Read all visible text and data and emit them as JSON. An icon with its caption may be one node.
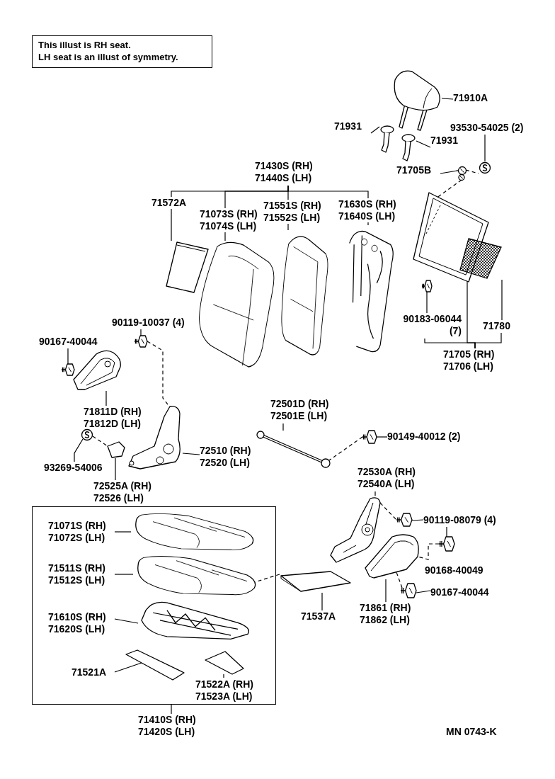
{
  "diagram": {
    "nodes": [
      {
        "text": [
          "This illust is RH seat.",
          "LH seat is an illust of symmetry."
        ]
      },
      {
        "text": [
          "71910A"
        ]
      },
      {
        "text": [],
        "shape": "picture"
      },
      {
        "text": [
          "71931"
        ]
      },
      {
        "text": [],
        "shape": "picture"
      },
      {
        "text": [
          "71931"
        ]
      },
      {
        "text": [],
        "shape": "picture"
      },
      {
        "text": [
          "93530-54025 (2)"
        ]
      },
      {
        "text": [],
        "shape": "picture"
      },
      {
        "text": [
          "71705B"
        ]
      },
      {
        "text": [],
        "shape": "picture"
      },
      {
        "text": [
          "71430S (RH) 71440S (LH)"
        ]
      },
      {
        "text": [],
        "shape": "picture"
      },
      {
        "text": [],
        "shape": "picture"
      },
      {
        "text": [],
        "shape": "picture"
      },
      {
        "text": [],
        "shape": "picture"
      },
      {
        "text": [],
        "shape": "picture"
      },
      {
        "text": [],
        "shape": "picture"
      },
      {
        "text": [],
        "shape": "picture"
      },
      {
        "text": [
          "90183-06044 (7)"
        ]
      },
      {
        "text": [
          "71780"
        ]
      },
      {
        "text": [
          "71705 (RH) 71706 (LH)"
        ]
      },
      {
        "text": [
          "90119-10037 (4)"
        ]
      },
      {
        "text": [],
        "shape": "picture"
      },
      {
        "text": [
          "90167-40044"
        ]
      },
      {
        "text": [],
        "shape": "picture"
      },
      {
        "text": [],
        "shape": "picture"
      },
      {
        "text": [
          "71811D (RH) 71812D (LH)"
        ]
      },
      {
        "text": [],
        "shape": "picture"
      },
      {
        "text": [
          "72510 (RH) 72520 (LH)"
        ]
      },
      {
        "text": [],
        "shape": "picture"
      },
      {
        "text": [
          "93269-54006"
        ]
      },
      {
        "text": [],
        "shape": "picture"
      },
      {
        "text": [
          "72525A (RH) 72526 (LH)"
        ]
      },
      {
        "text": [],
        "shape": "picture"
      },
      {
        "text": [
          "72501D (RH) 72501E (LH)"
        ]
      },
      {
        "text": [],
        "shape": "picture"
      },
      {
        "text": [
          "90149-40012 (2)"
        ]
      },
      {
        "text": [
          "72530A (RH) 72540A (LH)"
        ]
      },
      {
        "text": [],
        "shape": "picture"
      },
      {
        "text": [],
        "shape": "picture"
      },
      {
        "text": [
          "90119-08079 (4)"
        ]
      },
      {
        "text": [],
        "shape": "picture"
      },
      {
        "text": [],
        "shape": "picture"
      },
      {
        "text": [],
        "shape": "picture"
      },
      {
        "text": [
          "90167-40044"
        ]
      },
      {
        "text": [
          "71861 (RH) 71862 (LH)"
        ]
      },
      {
        "text": [],
        "shape": "picture"
      },
      {
        "text": [
          "71537A"
        ]
      },
      {
        "text": [],
        "shape": "box"
      },
      {
        "text": [
          "71071S (RH) 71072S (LH)"
        ],
        "in": 49
      },
      {
        "text": [],
        "shape": "picture",
        "in": 49
      },
      {
        "text": [
          "71511S (RH) 71512S (LH)"
        ],
        "in": 49
      },
      {
        "text": [],
        "shape": "picture",
        "in": 49
      },
      {
        "text": [
          "71610S (RH) 71620S (LH)"
        ],
        "in": 49
      },
      {
        "text": [],
        "shape": "picture",
        "in": 49
      },
      {
        "text": [
          "71521A"
        ],
        "in": 49
      },
      {
        "text": [],
        "shape": "picture",
        "in": 49
      },
      {
        "text": [
          "71522A (RH) 71523A (LH)"
        ],
        "in": 49
      },
      {
        "text": [],
        "shape": "picture",
        "in": 49
      },
      {
        "text": [
          "71410S (RH) 71420S (LH)"
        ]
      }
    ],
    "edges": [
      {
        "from": 1,
        "to": 2,
        "arrow": "none"
      },
      {
        "from": 3,
        "to": 4,
        "arrow": "none"
      },
      {
        "from": 5,
        "to": 6,
        "arrow": "none"
      },
      {
        "from": 7,
        "to": 8,
        "arrow": "none"
      },
      {
        "from": 9,
        "to": 10,
        "arrow": "none"
      },
      {
        "from": 10,
        "to": 8,
        "arrow": "none",
        "style": "dashed"
      },
      {
        "from": 10,
        "to": 16,
        "arrow": "none",
        "style": "dashed"
      },
      {
        "from": 11,
        "to": 12,
        "arrow": "none",
        "label": "71572A"
      },
      {
        "from": 11,
        "to": 13,
        "arrow": "none",
        "label": "71073S (RH) 71074S (LH)"
      },
      {
        "from": 11,
        "to": 14,
        "arrow": "none",
        "label": "71551S (RH) 71552S (LH)"
      },
      {
        "from": 11,
        "to": 15,
        "arrow": "none",
        "label": "71630S (RH) 71640S (LH)"
      },
      {
        "from": 19,
        "to": 18,
        "arrow": "none"
      },
      {
        "from": 21,
        "to": 19,
        "arrow": "none"
      },
      {
        "from": 21,
        "to": 16,
        "arrow": "none"
      },
      {
        "from": 21,
        "to": 20,
        "arrow": "none"
      },
      {
        "from": 20,
        "to": 17,
        "arrow": "none"
      },
      {
        "from": 22,
        "to": 23,
        "arrow": "none"
      },
      {
        "from": 23,
        "to": 28,
        "arrow": "none",
        "style": "dashed"
      },
      {
        "from": 24,
        "to": 25,
        "arrow": "none"
      },
      {
        "from": 27,
        "to": 26,
        "arrow": "none"
      },
      {
        "from": 29,
        "to": 28,
        "arrow": "none"
      },
      {
        "from": 31,
        "to": 30,
        "arrow": "none"
      },
      {
        "from": 30,
        "to": 32,
        "arrow": "none",
        "style": "dashed"
      },
      {
        "from": 33,
        "to": 32,
        "arrow": "none"
      },
      {
        "from": 35,
        "to": 34,
        "arrow": "none"
      },
      {
        "from": 37,
        "to": 36,
        "arrow": "none"
      },
      {
        "from": 36,
        "to": 34,
        "arrow": "none",
        "style": "dashed"
      },
      {
        "from": 38,
        "to": 39,
        "arrow": "none"
      },
      {
        "from": 39,
        "to": 40,
        "arrow": "none",
        "style": "dashed"
      },
      {
        "from": 41,
        "to": 40,
        "arrow": "none"
      },
      {
        "from": 41,
        "to": 42,
        "arrow": "none"
      },
      {
        "from": 42,
        "to": 43,
        "arrow": "none",
        "style": "dashed"
      },
      {
        "from": 45,
        "to": 44,
        "arrow": "none"
      },
      {
        "from": 44,
        "to": 43,
        "arrow": "none",
        "style": "dashed"
      },
      {
        "from": 46,
        "to": 43,
        "arrow": "none"
      },
      {
        "from": 48,
        "to": 47,
        "arrow": "none"
      },
      {
        "from": 47,
        "to": 53,
        "arrow": "none",
        "style": "dashed"
      },
      {
        "from": 50,
        "to": 51,
        "arrow": "none"
      },
      {
        "from": 52,
        "to": 53,
        "arrow": "none"
      },
      {
        "from": 54,
        "to": 55,
        "arrow": "none"
      },
      {
        "from": 56,
        "to": 57,
        "arrow": "none"
      },
      {
        "from": 58,
        "to": 59,
        "arrow": "none"
      },
      {
        "from": 60,
        "to": 49,
        "arrow": "none"
      }
    ],
    "labels": [
      "90168-40049",
      "MN 0743-K"
    ]
  }
}
